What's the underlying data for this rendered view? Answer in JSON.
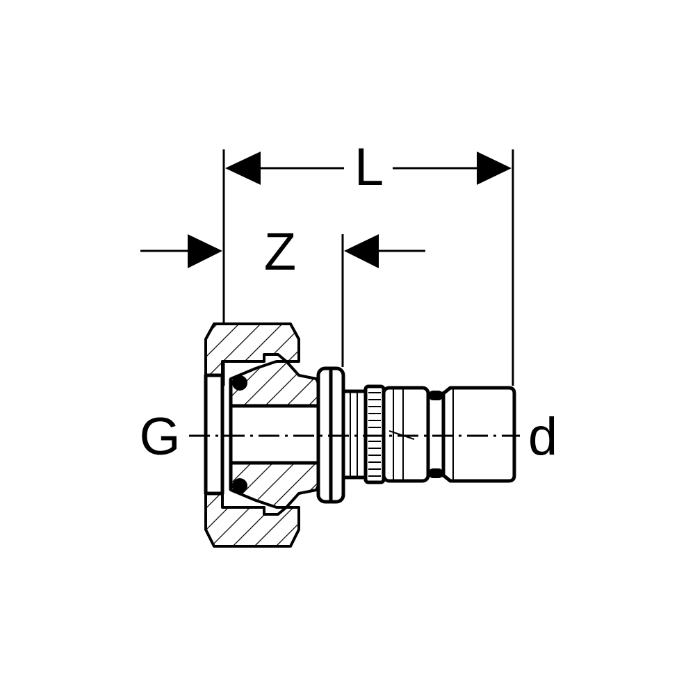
{
  "labels": {
    "length": "L",
    "insertion_depth": "Z",
    "thread": "G",
    "diameter": "d"
  }
}
